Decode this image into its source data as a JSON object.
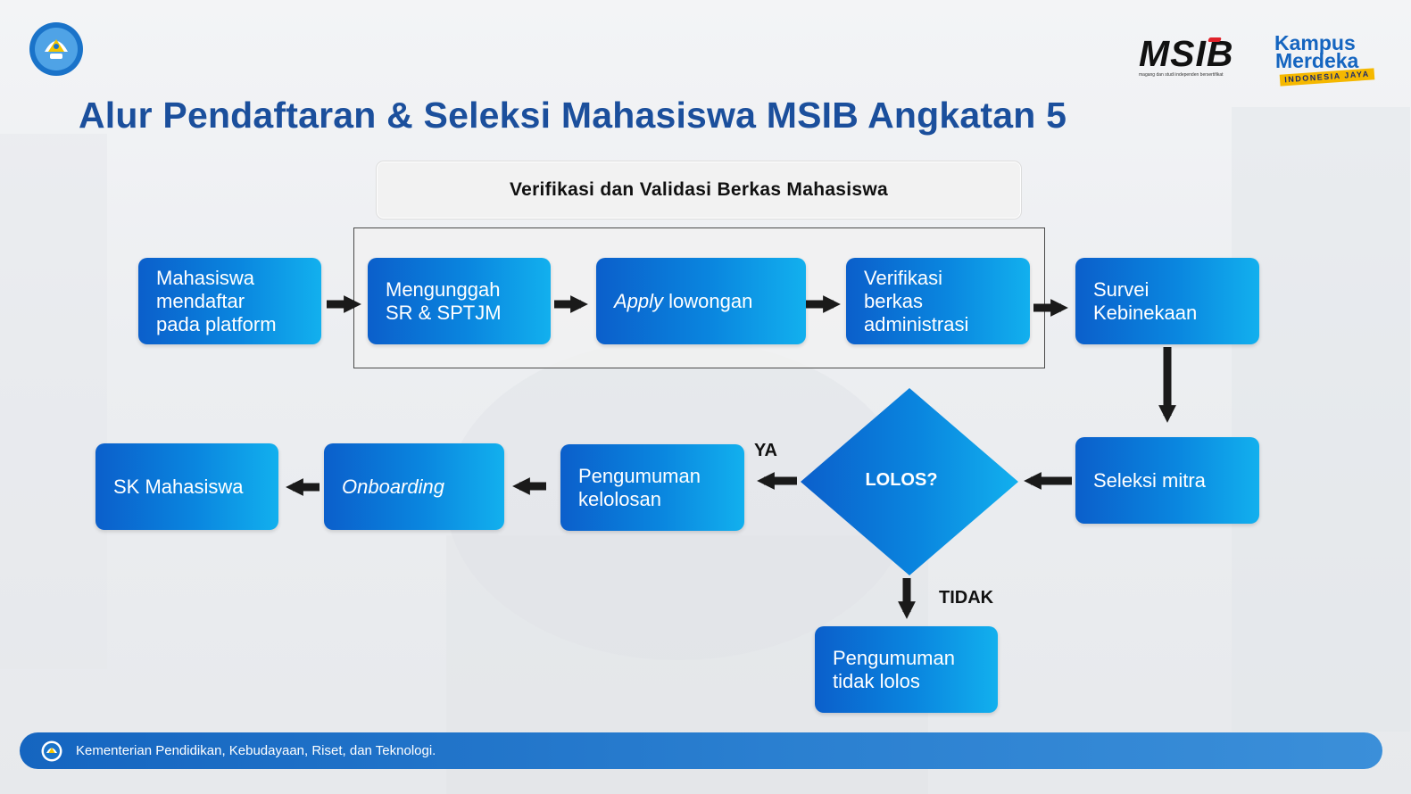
{
  "header": {
    "title": "Alur Pendaftaran & Seleksi Mahasiswa MSIB Angkatan 5",
    "logos": {
      "emblem_icon": "kemendikbud-emblem-icon",
      "msib_wordmark": "MSIB",
      "msib_tagline": "magang dan studi independen bersertifikat",
      "kampus_merdeka_line1": "Kampus",
      "kampus_merdeka_line2": "Merdeka",
      "kampus_merdeka_band": "INDONESIA JAYA"
    }
  },
  "group": {
    "label": "Verifikasi dan Validasi Berkas Mahasiswa"
  },
  "steps": {
    "register": "Mahasiswa\nmendaftar\npada platform",
    "upload": "Mengunggah\nSR & SPTJM",
    "apply_italic": "Apply",
    "apply_rest": " lowongan",
    "verify": "Verifikasi\nberkas\nadministrasi",
    "survey": "Survei\nKebinekaan",
    "partner_selection": "Seleksi mitra",
    "decision": "LOLOS?",
    "announcement_pass": "Pengumuman\nkelolosan",
    "onboarding": "Onboarding",
    "sk": "SK Mahasiswa",
    "announcement_fail": "Pengumuman\ntidak lolos"
  },
  "branches": {
    "yes": "YA",
    "no": "TIDAK"
  },
  "footer": {
    "text": "Kementerian Pendidikan, Kebudayaan, Riset, dan Teknologi."
  },
  "colors": {
    "title": "#1b4f9c",
    "box_start": "#0b5fcb",
    "box_end": "#12b0ee",
    "arrow": "#1a1a1a",
    "footer": "#1565c0"
  }
}
